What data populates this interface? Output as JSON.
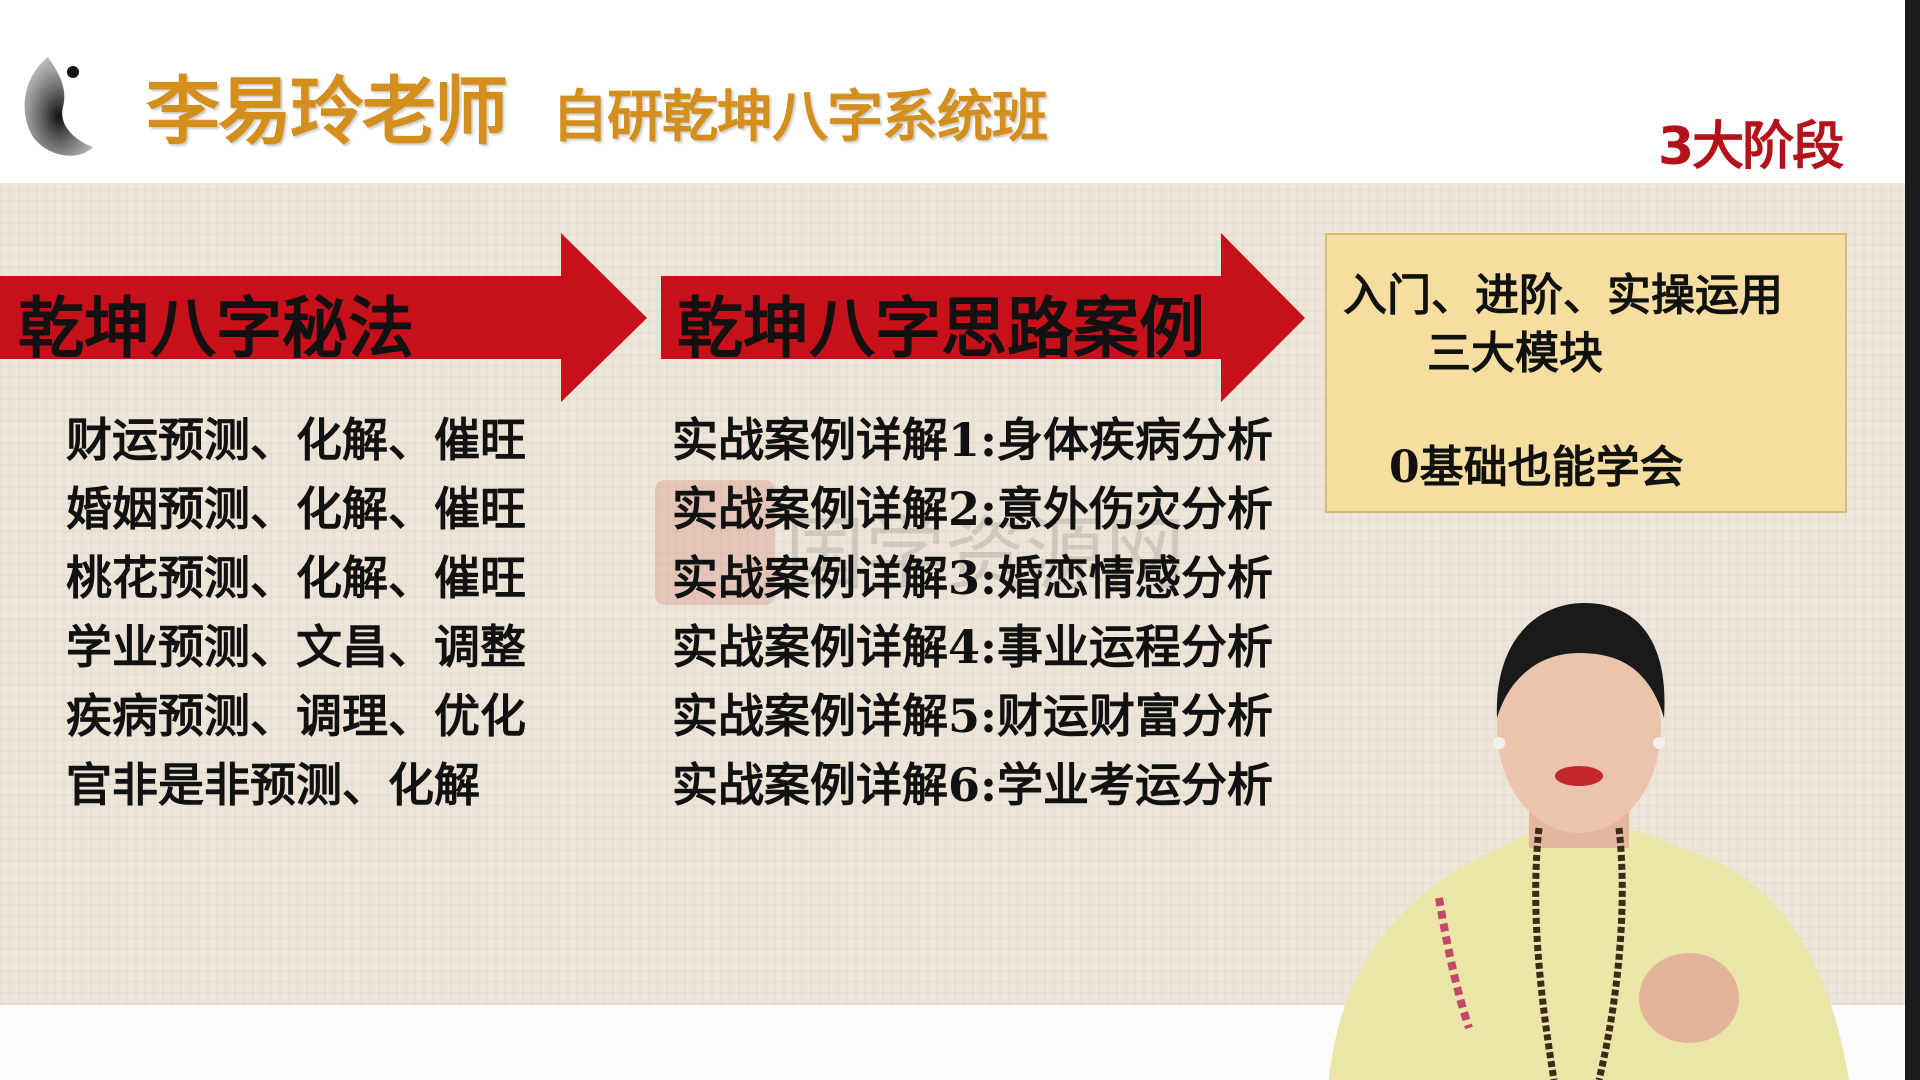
{
  "header": {
    "teacher": "李易玲老师",
    "course": "自研乾坤八字系统班",
    "stages": "3大阶段"
  },
  "colors": {
    "title_gold": "#d38e1c",
    "stage_red": "#b3121b",
    "arrow_red": "#c8101a",
    "box_bg": "#f5dea0",
    "parchment": "#ede5d8"
  },
  "modules": [
    {
      "title": "乾坤八字秘法",
      "items": [
        "财运预测、化解、催旺",
        "婚姻预测、化解、催旺",
        "桃花预测、化解、催旺",
        "学业预测、文昌、调整",
        "疾病预测、调理、优化",
        "官非是非预测、化解"
      ]
    },
    {
      "title": "乾坤八字思路案例",
      "items": [
        "实战案例详解1:身体疾病分析",
        "实战案例详解2:意外伤灾分析",
        "实战案例详解3:婚恋情感分析",
        "实战案例详解4:事业运程分析",
        "实战案例详解5:财运财富分析",
        "实战案例详解6:学业考运分析"
      ]
    }
  ],
  "summary_box": {
    "line1": "入门、进阶、实操运用",
    "line2": "三大模块",
    "line3": "0基础也能学会"
  },
  "watermark": {
    "text": "国学资源网"
  },
  "icons": {
    "logo": "yin-yang-ink-icon"
  }
}
